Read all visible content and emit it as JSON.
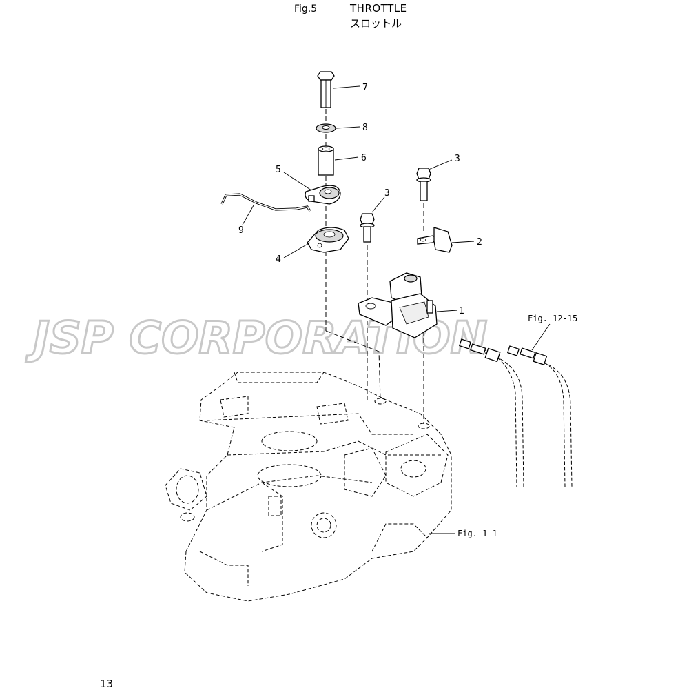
{
  "header": {
    "fig_number": "Fig.5",
    "title": "THROTTLE",
    "title_jp": "スロットル"
  },
  "watermark": "JSP CORPORATION",
  "callouts": [
    {
      "id": "7",
      "label": "7"
    },
    {
      "id": "8",
      "label": "8"
    },
    {
      "id": "6",
      "label": "6"
    },
    {
      "id": "5",
      "label": "5"
    },
    {
      "id": "9",
      "label": "9"
    },
    {
      "id": "4",
      "label": "4"
    },
    {
      "id": "3a",
      "label": "3"
    },
    {
      "id": "3b",
      "label": "3"
    },
    {
      "id": "2",
      "label": "2"
    },
    {
      "id": "1",
      "label": "1"
    }
  ],
  "references": {
    "cable": "Fig. 12-15",
    "engine": "Fig. 1-1"
  },
  "page_number": "13"
}
